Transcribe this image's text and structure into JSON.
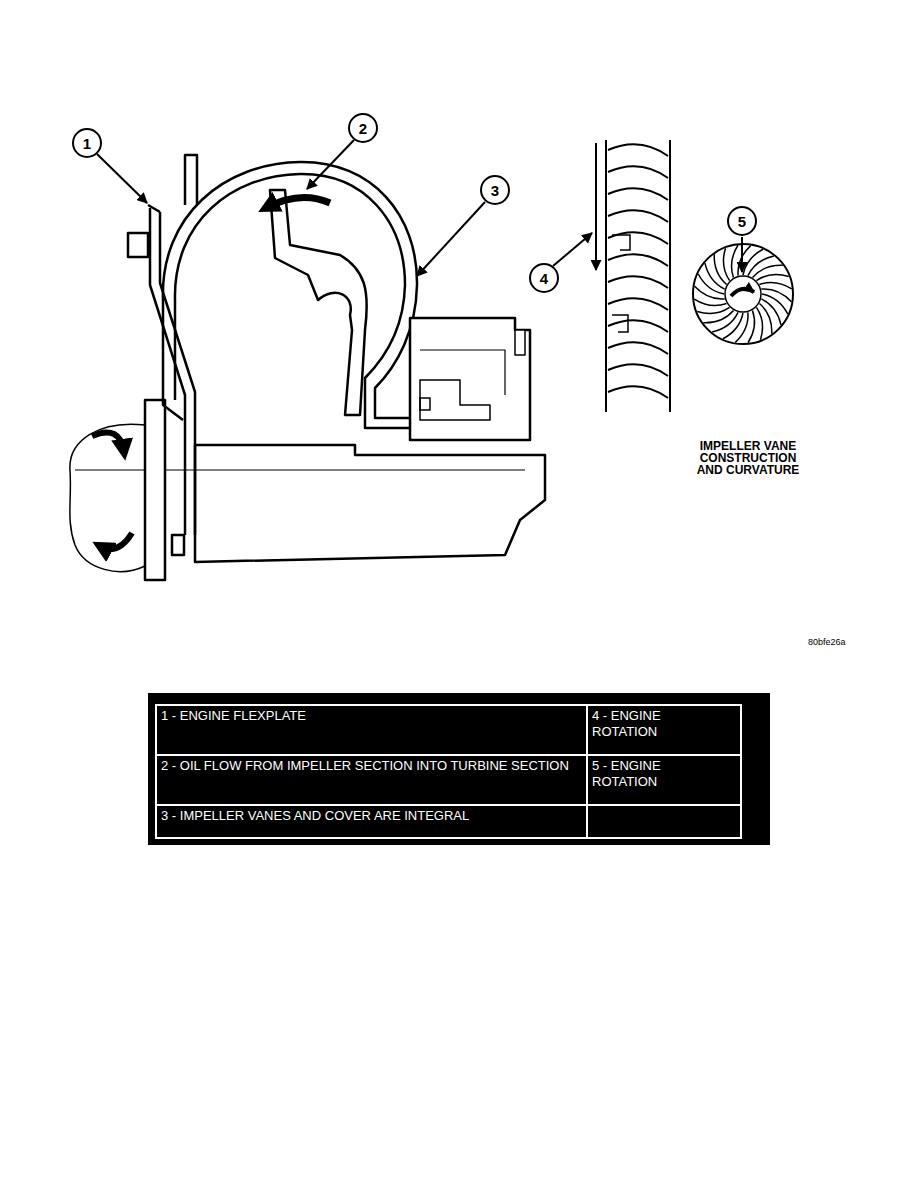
{
  "diagram": {
    "nodes": [
      {
        "text": [
          "1"
        ]
      },
      {
        "text": [
          "2"
        ]
      },
      {
        "text": [
          "3"
        ]
      },
      {
        "text": [
          "4"
        ]
      },
      {
        "text": [
          "5"
        ]
      }
    ],
    "labels": [
      "IMPELLER VANE CONSTRUCTION AND CURVATURE",
      "80bfe26a",
      "1 - ENGINE FLEXPLATE",
      "4 - ENGINE ROTATION",
      "2 - OIL FLOW FROM IMPELLER SECTION INTO TURBINE SECTION",
      "5 - ENGINE ROTATION",
      "3 - IMPELLER VANES AND COVER ARE INTEGRAL"
    ]
  }
}
